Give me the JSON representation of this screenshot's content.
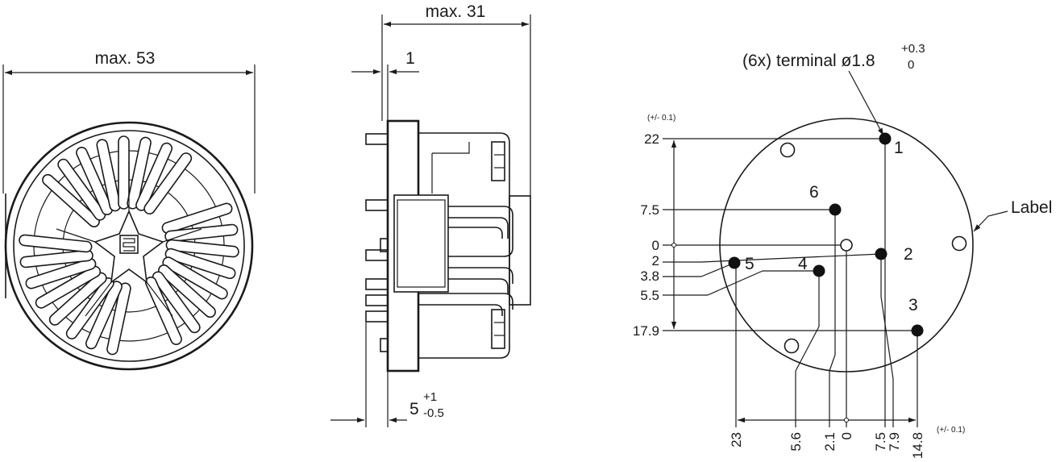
{
  "front_view": {
    "width_label": "max. 53"
  },
  "side_view": {
    "height_label": "max. 31",
    "flange_label": "1",
    "pin_length_value": "5",
    "pin_tol_upper": "+1",
    "pin_tol_lower": "-0.5"
  },
  "pin_view": {
    "terminal_label": "(6x) terminal ø1.8",
    "terminal_tol_upper": "+0.3",
    "terminal_tol_lower": "0",
    "tolerance_note_y": "(+/- 0.1)",
    "tolerance_note_x": "(+/- 0.1)",
    "label_text": "Label",
    "pin_numbers": [
      "1",
      "2",
      "3",
      "4",
      "5",
      "6"
    ],
    "y_dims": [
      "22",
      "7.5",
      "0",
      "2",
      "3.8",
      "5.5",
      "17.9"
    ],
    "x_dims": [
      "23",
      "5.6",
      "2.1",
      "0",
      "7.5",
      "7.9",
      "14.8"
    ]
  }
}
